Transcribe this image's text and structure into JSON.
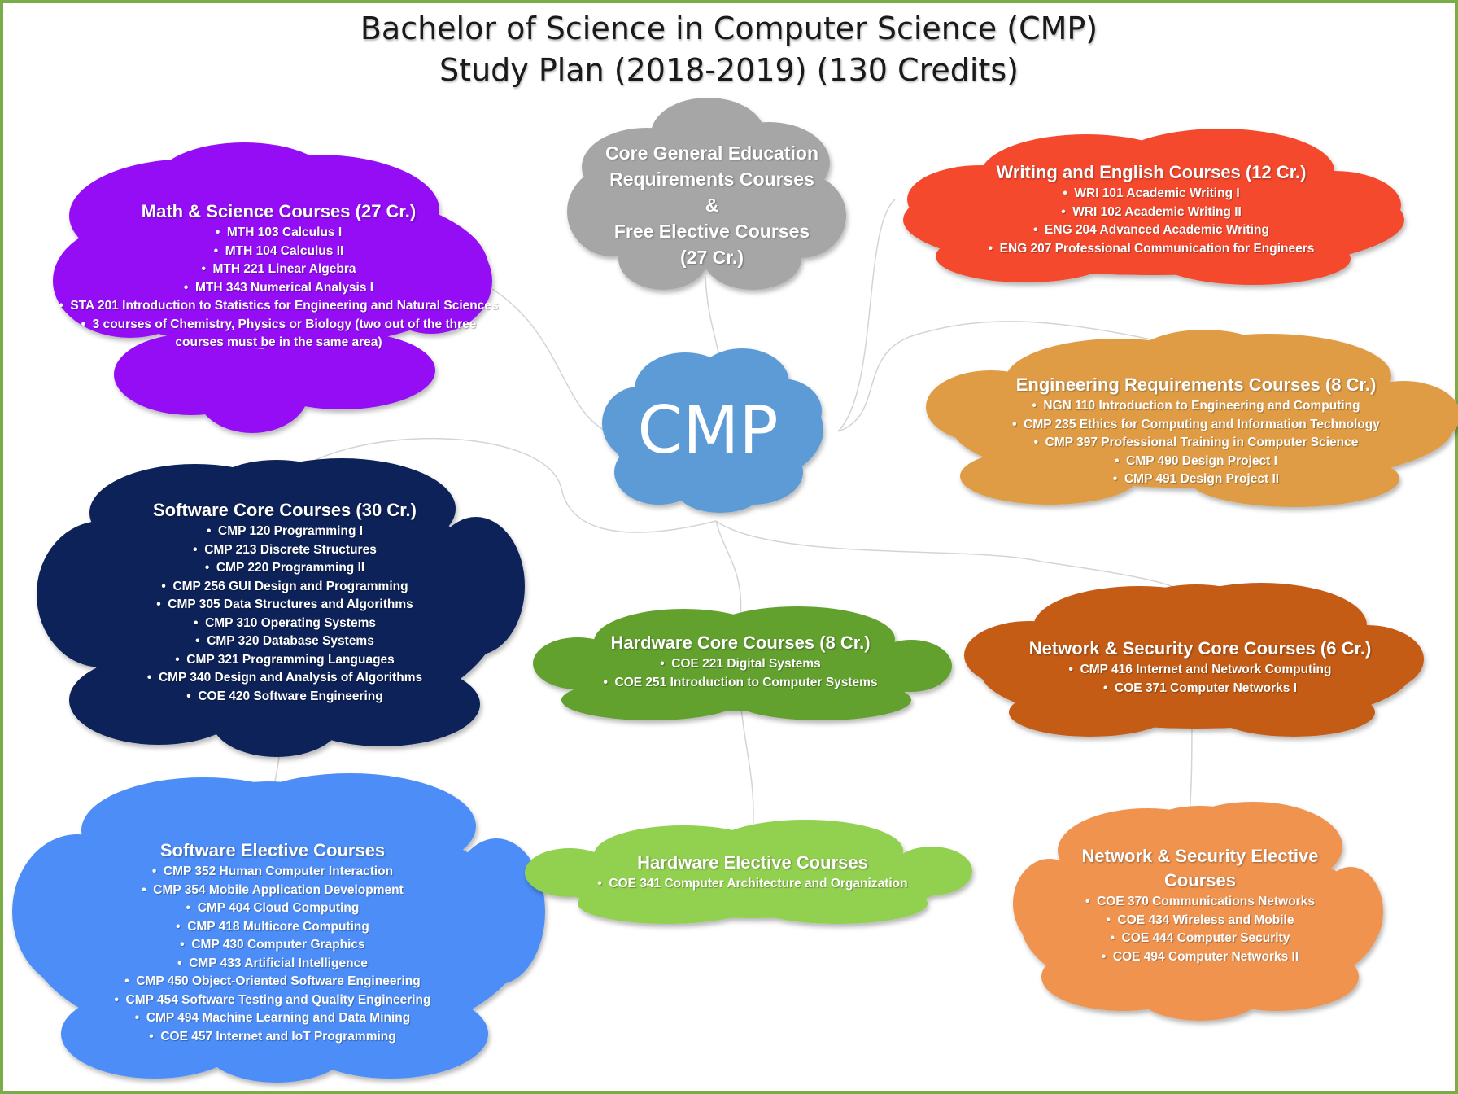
{
  "title": {
    "line1": "Bachelor of Science in Computer Science (CMP)",
    "line2": "Study Plan (2018-2019) (130 Credits)"
  },
  "colors": {
    "frame": "#7aad47",
    "center": "#5b9bd5",
    "connector": "#d4d4d4"
  },
  "center": {
    "label": "CMP"
  },
  "groups": {
    "math": {
      "heading": "Math & Science Courses (27 Cr.)",
      "color": "#9410f5",
      "courses": [
        "MTH 103 Calculus  I",
        "MTH 104 Calculus II",
        "MTH 221 Linear Algebra",
        "MTH 343 Numerical Analysis I",
        "STA 201 Introduction to Statistics for Engineering and Natural Sciences",
        "3 courses of Chemistry, Physics or Biology (two out of the three courses must be in the same area)"
      ]
    },
    "general": {
      "heading_line1": "Core General Education",
      "heading_line2": "Requirements Courses",
      "heading_line3": "&",
      "heading_line4": "Free Elective Courses",
      "heading_line5": "(27 Cr.)",
      "color": "#a6a6a6"
    },
    "writing": {
      "heading": "Writing and English Courses (12 Cr.)",
      "color": "#f5482d",
      "courses": [
        "WRI 101 Academic Writing I",
        "WRI 102 Academic Writing II",
        "ENG 204 Advanced Academic Writing",
        "ENG 207 Professional Communication for Engineers"
      ]
    },
    "engineering": {
      "heading": "Engineering Requirements Courses (8 Cr.)",
      "color": "#e09c45",
      "courses": [
        "NGN 110 Introduction to Engineering and Computing",
        "CMP 235 Ethics for Computing and Information Technology",
        "CMP 397 Professional Training in Computer Science",
        "CMP 490 Design Project I",
        "CMP 491 Design Project II"
      ]
    },
    "software_core": {
      "heading": "Software Core Courses (30 Cr.)",
      "color": "#0d2258",
      "courses": [
        "CMP 120 Programming I",
        "CMP 213 Discrete Structures",
        "CMP 220 Programming II",
        "CMP 256 GUI Design and Programming",
        "CMP 305 Data Structures and Algorithms",
        "CMP 310 Operating Systems",
        "CMP 320 Database Systems",
        "CMP 321 Programming Languages",
        "CMP 340 Design and Analysis of Algorithms",
        "COE 420 Software Engineering"
      ]
    },
    "hardware_core": {
      "heading": "Hardware Core Courses (8 Cr.)",
      "color": "#62a12d",
      "courses": [
        "COE 221 Digital Systems",
        "COE 251 Introduction to Computer Systems"
      ]
    },
    "network_core": {
      "heading": "Network & Security Core Courses (6 Cr.)",
      "color": "#c55b14",
      "courses": [
        "CMP 416 Internet and Network Computing",
        "COE 371 Computer Networks I"
      ]
    },
    "software_elective": {
      "heading": "Software Elective Courses",
      "color": "#4d8df7",
      "courses": [
        "CMP 352 Human Computer Interaction",
        "CMP 354 Mobile Application Development",
        "CMP 404 Cloud Computing",
        "CMP 418 Multicore Computing",
        "CMP 430 Computer Graphics",
        "CMP 433 Artificial Intelligence",
        "CMP 450 Object-Oriented Software Engineering",
        "CMP 454 Software Testing and Quality Engineering",
        "CMP 494 Machine Learning and Data Mining",
        "COE 457 Internet and IoT Programming"
      ]
    },
    "hardware_elective": {
      "heading": "Hardware Elective Courses",
      "color": "#92d050",
      "courses": [
        "COE 341 Computer Architecture and Organization"
      ]
    },
    "network_elective": {
      "heading_line1": "Network & Security Elective",
      "heading_line2": "Courses",
      "color": "#f09350",
      "courses": [
        "COE 370 Communications Networks",
        "COE 434 Wireless and Mobile",
        "COE 444 Computer Security",
        "COE 494 Computer Networks II"
      ]
    }
  }
}
